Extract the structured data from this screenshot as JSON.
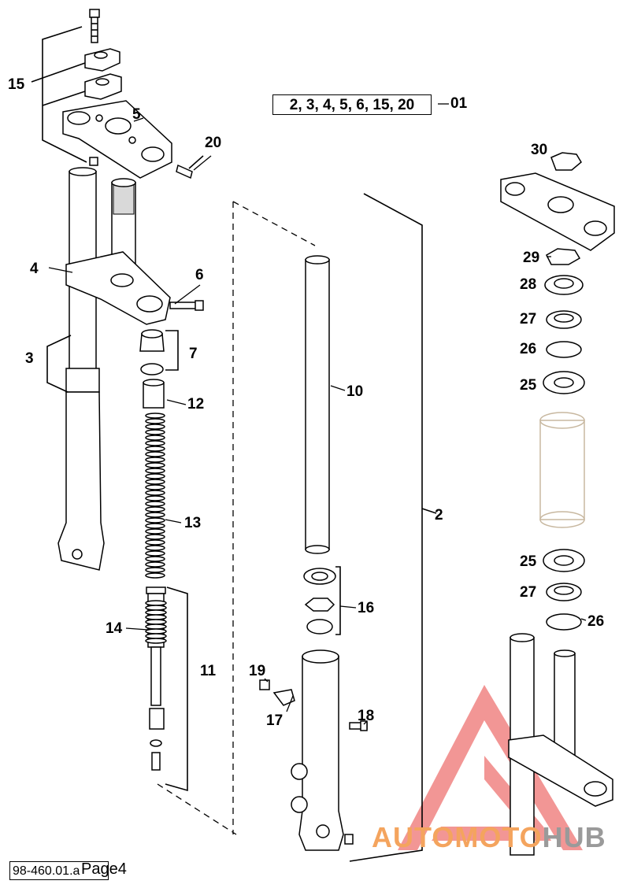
{
  "assembly": {
    "part_list": "2, 3, 4, 5, 6, 15, 20",
    "number": "01"
  },
  "callouts": {
    "c2": "2",
    "c3": "3",
    "c4": "4",
    "c5": "5",
    "c6": "6",
    "c7": "7",
    "c10": "10",
    "c11": "11",
    "c12": "12",
    "c13": "13",
    "c14": "14",
    "c15": "15",
    "c16": "16",
    "c17": "17",
    "c18": "18",
    "c19": "19",
    "c20": "20",
    "c25a": "25",
    "c25b": "25",
    "c26a": "26",
    "c26b": "26",
    "c27a": "27",
    "c27b": "27",
    "c28": "28",
    "c29": "29",
    "c30": "30"
  },
  "footer": {
    "ref": "98-460.01.a",
    "page": "Page4"
  },
  "watermark": {
    "part1": "AUTOMOTO",
    "part2": "HUB",
    "color_accent": "#e8423f",
    "color_orange": "#f4a45e",
    "color_grey": "#9a9a9a"
  }
}
